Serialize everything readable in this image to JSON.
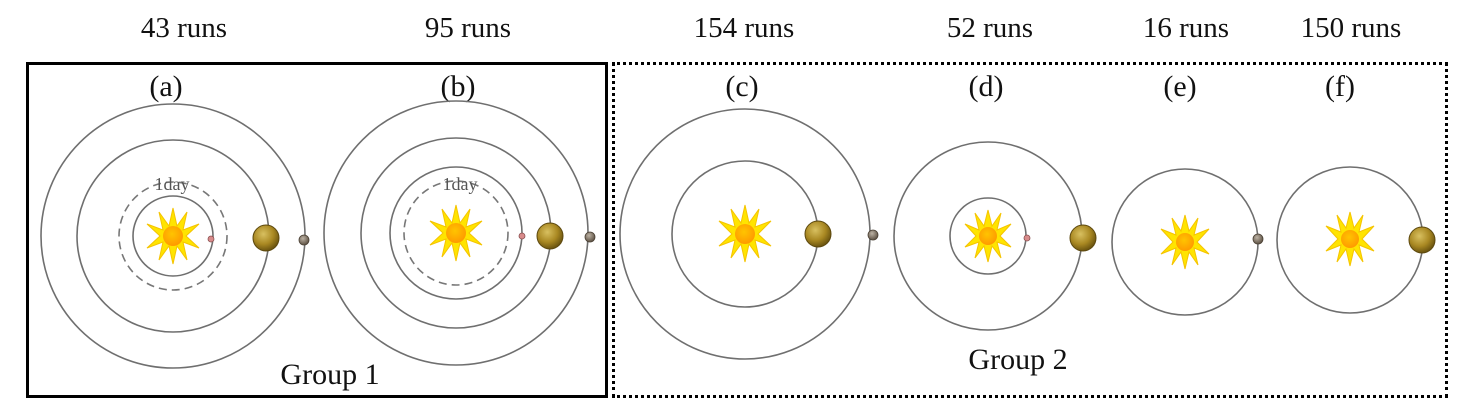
{
  "runs": {
    "a": "43 runs",
    "b": "95 runs",
    "c": "154 runs",
    "d": "52 runs",
    "e": "16 runs",
    "f": "150 runs"
  },
  "panels": {
    "a": "(a)",
    "b": "(b)",
    "c": "(c)",
    "d": "(d)",
    "e": "(e)",
    "f": "(f)"
  },
  "annotations": {
    "one_day_a": "1day",
    "one_day_b": "1day"
  },
  "groups": {
    "group1": "Group 1",
    "group2": "Group 2"
  },
  "colors": {
    "orbit": "#6f6f6f",
    "dashed_orbit": "#777777",
    "sun_ray": "#ffe400",
    "sun_core": "#ffaa00",
    "giant_planet": "#a98822",
    "small_planet": "#7a6c5a",
    "tiny_planet": "#d88b8b"
  }
}
